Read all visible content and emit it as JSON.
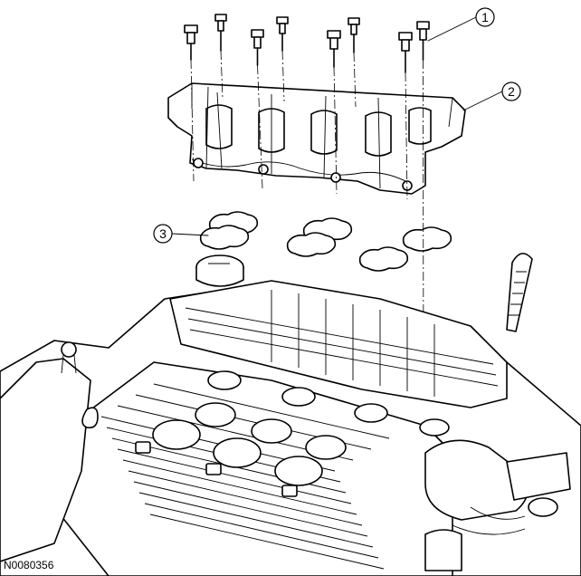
{
  "figure": {
    "id": "N0080356",
    "callouts": [
      {
        "number": "1"
      },
      {
        "number": "2"
      },
      {
        "number": "3"
      }
    ]
  }
}
